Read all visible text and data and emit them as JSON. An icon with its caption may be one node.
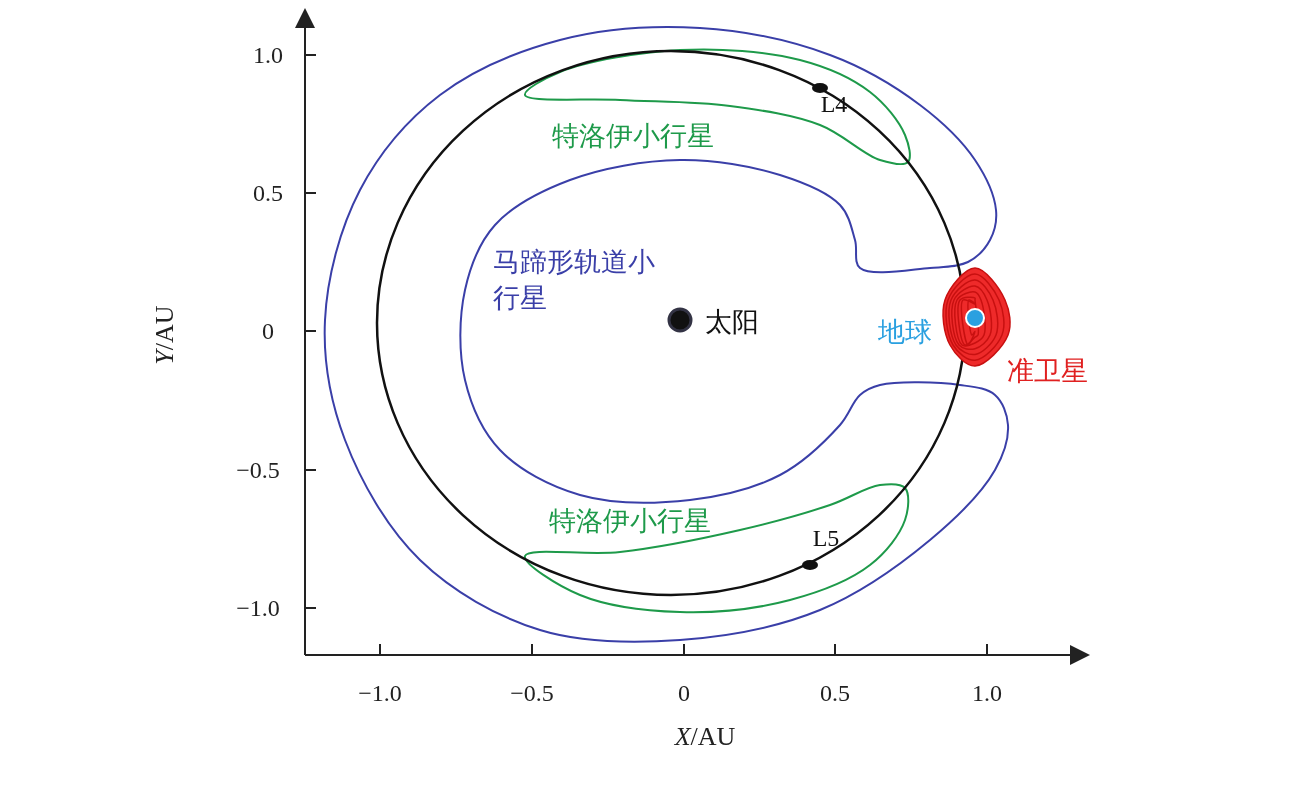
{
  "diagram": {
    "labels": [
      "1.0",
      "特洛伊小行星",
      "L4",
      "0.5",
      "马蹄形轨道小行星",
      "0",
      "太阳",
      "地球",
      "准卫星",
      "−0.5",
      "特洛伊小行星",
      "L5",
      "−1.0",
      "*Y*/AU",
      "−1.0",
      "−0.5",
      "0",
      "0.5",
      "1.0",
      "*X*/AU"
    ]
  }
}
